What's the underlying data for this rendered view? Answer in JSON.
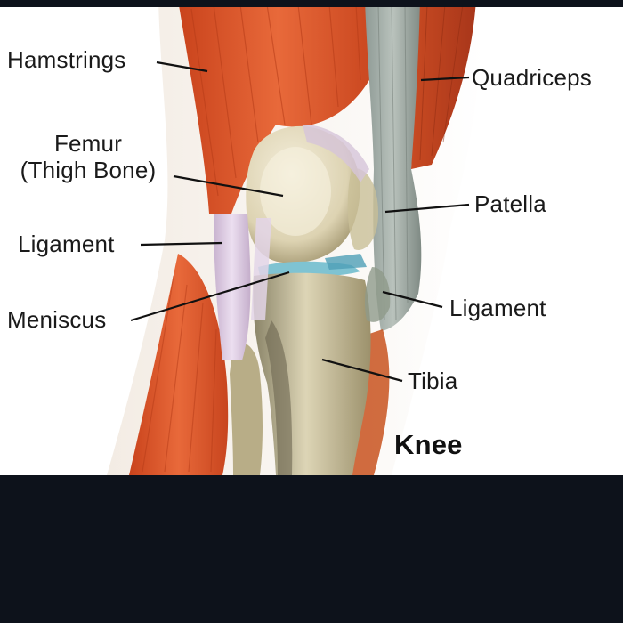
{
  "diagram": {
    "title": "Knee",
    "labels": {
      "hamstrings": "Hamstrings",
      "quadriceps": "Quadriceps",
      "femur_line1": "Femur",
      "femur_line2": "(Thigh Bone)",
      "patella": "Patella",
      "ligament_left": "Ligament",
      "ligament_right": "Ligament",
      "meniscus": "Meniscus",
      "tibia": "Tibia"
    }
  },
  "colors": {
    "background": "#ffffff",
    "frame": "#0d121b",
    "muscle": "#d8572a",
    "muscle_dark": "#b23a18",
    "bone": "#e9e2c9",
    "bone_shadow": "#a99f7a",
    "tendon": "#9aa6a6",
    "ligament": "#d9c8dd",
    "meniscus": "#7fc3d2",
    "leader_line": "#111111"
  }
}
